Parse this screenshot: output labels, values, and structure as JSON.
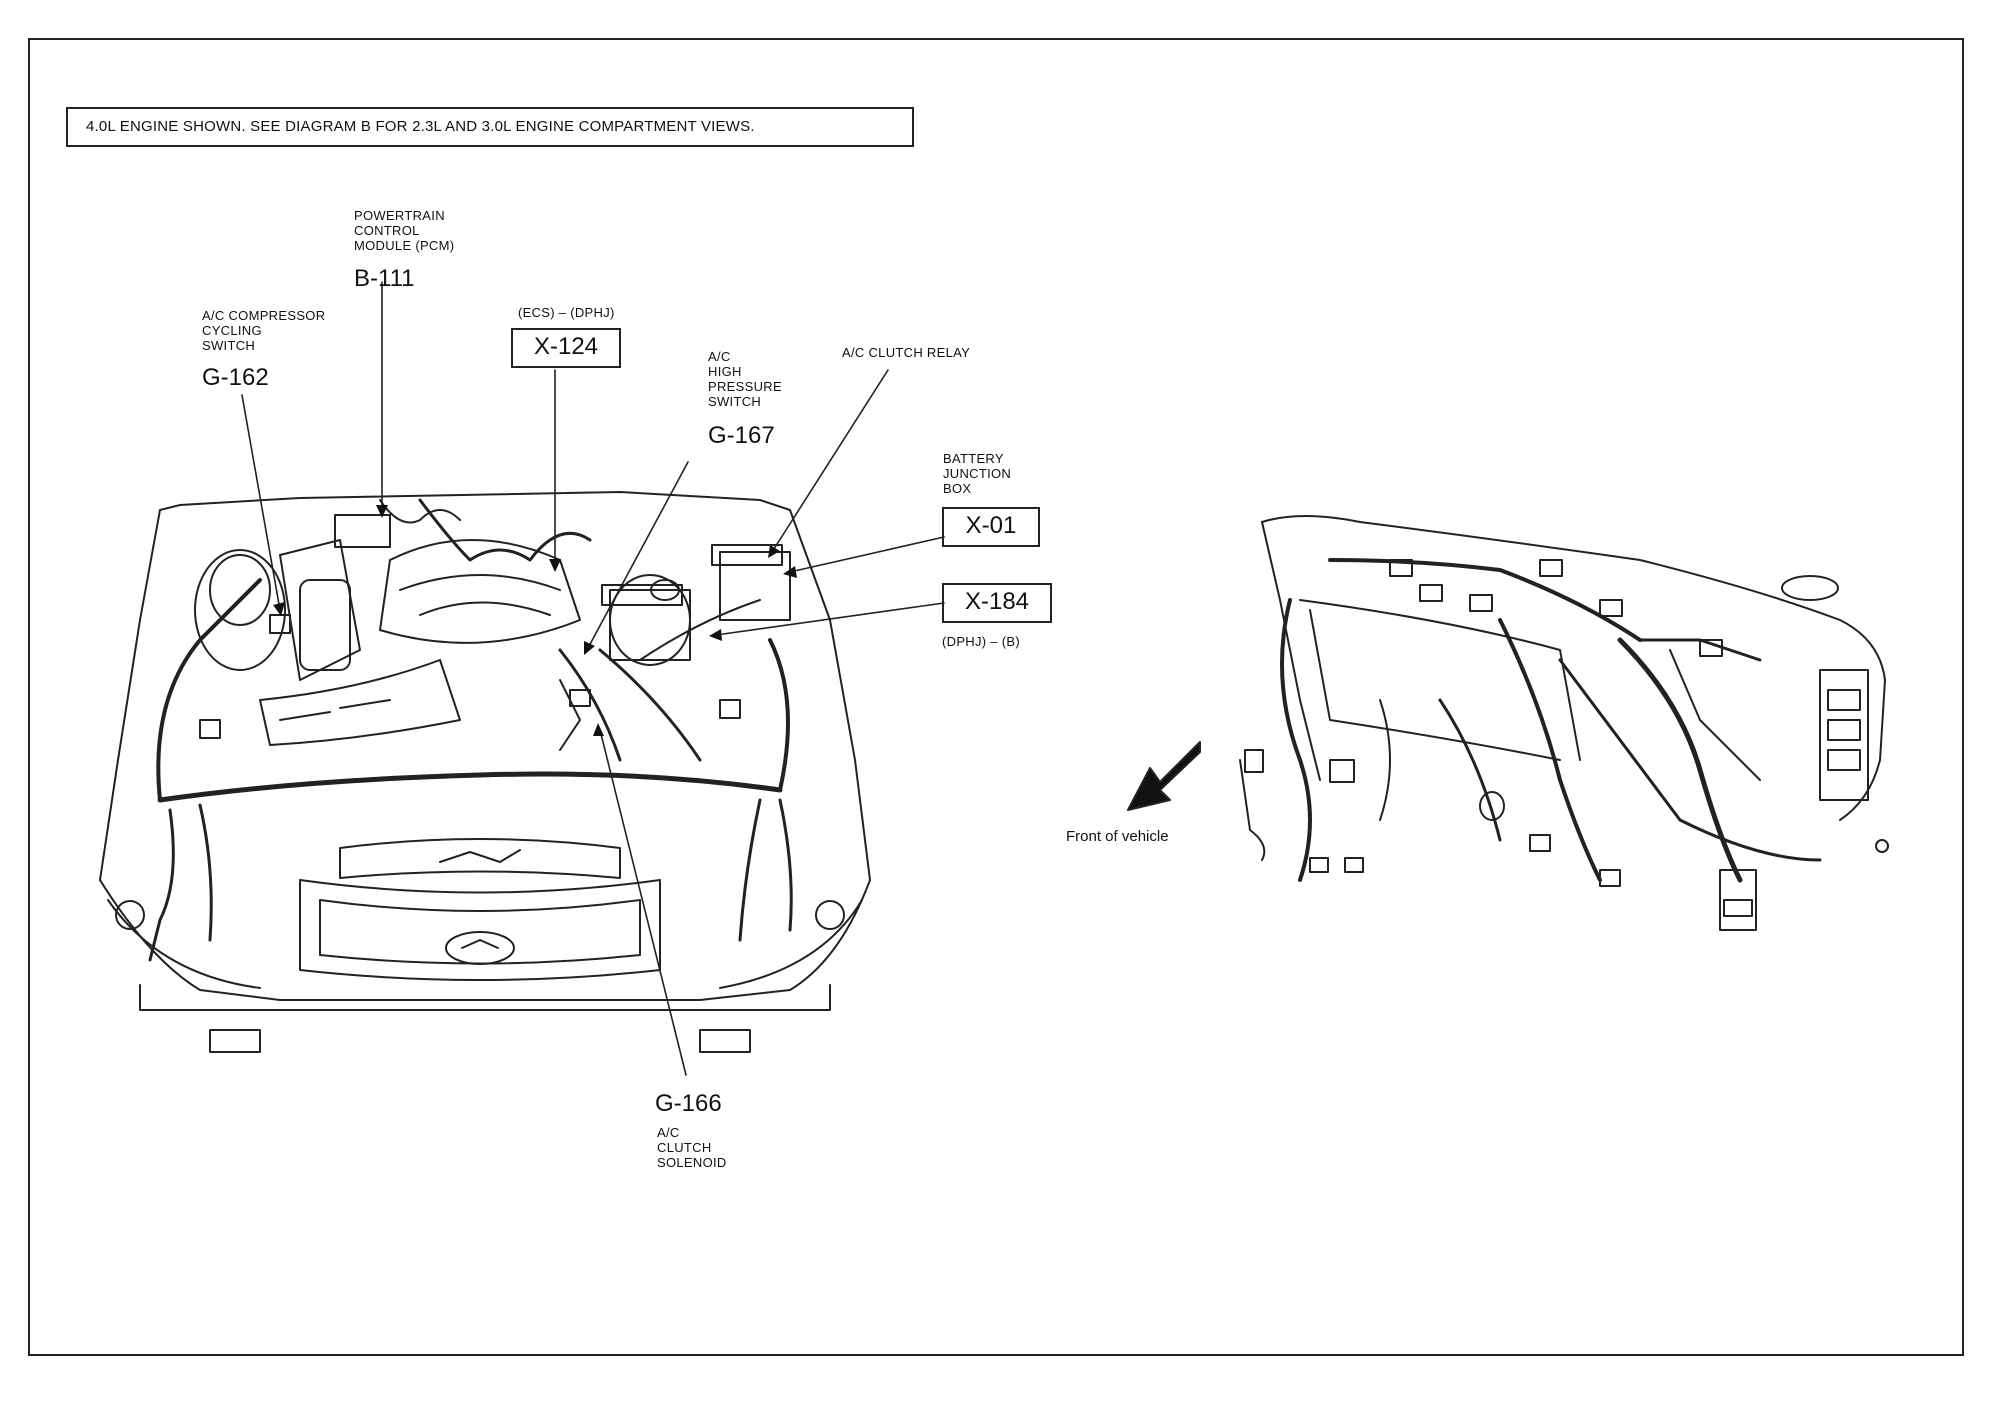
{
  "header_note": "4.0L ENGINE SHOWN. SEE DIAGRAM B FOR 2.3L AND 3.0L ENGINE COMPARTMENT VIEWS.",
  "callouts": {
    "pcm": {
      "desc": "POWERTRAIN\nCONTROL\nMODULE (PCM)",
      "code": "B-111"
    },
    "ac_cycling": {
      "desc": "A/C COMPRESSOR\nCYCLING\nSWITCH",
      "code": "G-162"
    },
    "x124": {
      "note": "(ECS) – (DPHJ)",
      "code": "X-124"
    },
    "ac_high": {
      "desc": "A/C\nHIGH\nPRESSURE\nSWITCH",
      "code": "G-167"
    },
    "ac_relay": {
      "desc": "A/C CLUTCH RELAY"
    },
    "battery_box": {
      "desc": "BATTERY\nJUNCTION\nBOX",
      "code": "X-01"
    },
    "x184": {
      "code": "X-184",
      "note": "(DPHJ) – (B)"
    },
    "ac_solenoid": {
      "code": "G-166",
      "desc": "A/C\nCLUTCH\nSOLENOID"
    }
  },
  "front_label": "Front of vehicle"
}
